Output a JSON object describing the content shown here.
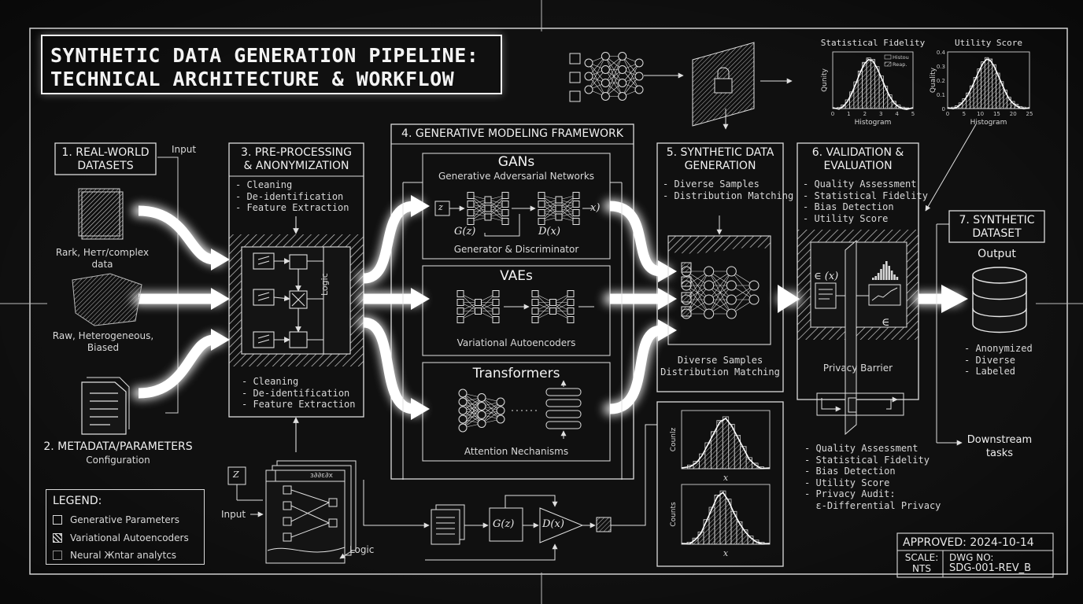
{
  "title": {
    "line1": "SYNTHETIC DATA GENERATION PIPELINE:",
    "line2": "TECHNICAL ARCHITECTURE & WORKFLOW"
  },
  "stage1": {
    "header_line1": "1. REAL-WORLD",
    "header_line2": "DATASETS",
    "input_label": "Input",
    "data_caption_line1": "Rark, Hетr/complex",
    "data_caption_line2": "data",
    "raw_caption_line1": "Raw, Heterogeneous,",
    "raw_caption_line2": "Biased"
  },
  "stage2": {
    "header": "2. METADATA/PARAMETERS",
    "subheader": "Configuration"
  },
  "stage3": {
    "header_line1": "3. PRE-PROCESSING",
    "header_line2": "& ANONYMIZATION",
    "steps_top": [
      "- Cleaning",
      "- De-identification",
      "- Feature Extraction"
    ],
    "steps_bottom": [
      "- Cleaning",
      "- De-identification",
      "- Feature Extraction"
    ],
    "logic_label": "Logic"
  },
  "stage4": {
    "header": "4. GENERATIVE MODELING FRAMEWORK",
    "gans": {
      "title": "GANs",
      "subtitle": "Generative Adversarial Networks",
      "caption": "Generator & Discriminator",
      "input_symbol": "z",
      "generator_label": "G(z)",
      "discriminator_label": "D(x)",
      "output_label": "x)"
    },
    "vaes": {
      "title": "VAEs",
      "caption": "Variational Autoencoders"
    },
    "transformers": {
      "title": "Transformers",
      "caption": "Attention Nechanisms"
    }
  },
  "stage5": {
    "header_line1": "5. SYNTHETIC DATA",
    "header_line2": "GENERATION",
    "bullets": [
      "- Diverse Samples",
      "- Distribution Matching"
    ],
    "caption_line1": "Diverse Samples",
    "caption_line2": "Distribution Matching",
    "hist1_ylabel": "Counlz",
    "hist1_xlabel": "x",
    "hist2_ylabel": "Counts",
    "hist2_xlabel": "x"
  },
  "stage6": {
    "header_line1": "6. VALIDATION &",
    "header_line2": "EVALUATION",
    "bullets": [
      "- Quality Assessment",
      "- Statistical Fidelity",
      "- Bias Detection",
      "- Utility Score"
    ],
    "privacy_barrier": "Privacy Barrier",
    "formula_label": "∈ (x)",
    "epsilon_label": "∈",
    "bottom_bullets": [
      "- Quality Assessment",
      "- Statistical Fidelity",
      "- Bias Detection",
      "- Utility Score",
      "- Privacy Audit:",
      "  ε-Differential Privacy"
    ]
  },
  "stage7": {
    "header_line1": "7. SYNTHETIC",
    "header_line2": "DATASET",
    "output_label": "Output",
    "bullets": [
      "- Anonymized",
      "- Diverse",
      "- Labeled"
    ],
    "downstream_line1": "Downstream",
    "downstream_line2": "tasks"
  },
  "top_charts": {
    "fidelity": {
      "title": "Statistical Fidelity",
      "ylabel": "Qunity",
      "xlabel": "Histogram",
      "legend": [
        "Histou",
        "Reap."
      ],
      "xticks": [
        "0",
        "1",
        "2",
        "3",
        "4",
        "5"
      ],
      "yticks": []
    },
    "utility": {
      "title": "Utility Score",
      "ylabel": "Quality",
      "xlabel": "Histogram",
      "xticks": [
        "0",
        "5",
        "10",
        "15",
        "20",
        "25"
      ],
      "yticks": [
        "0.4",
        "0.3",
        "0.2",
        "0.1",
        "0"
      ]
    }
  },
  "bottom_flow": {
    "input_label": "Input",
    "logic_label": "Logic",
    "box_label": "з∂∂ε∂x",
    "symbol_z": "Z",
    "generator_label": "G(z)",
    "discriminator_label": "D(x)"
  },
  "legend": {
    "title": "LEGEND:",
    "items": [
      "Generative Parameters",
      "Variational Autoencoders",
      "Neural Жntar analytcs"
    ]
  },
  "title_block": {
    "approved": "APPROVED: 2024-10-14",
    "scale_label": "SCALE:",
    "scale_value": "NTS",
    "dwg_label": "DWG NO:",
    "dwg_value": "SDG-001-REV_B"
  },
  "chart_data": [
    {
      "type": "bar",
      "title": "Statistical Fidelity",
      "xlabel": "Histogram",
      "ylabel": "Qunity",
      "legend": [
        "Histou",
        "Reap."
      ],
      "x": [
        0.25,
        0.5,
        0.75,
        1.0,
        1.25,
        1.5,
        1.75,
        2.0,
        2.25,
        2.5,
        2.75,
        3.0,
        3.25,
        3.5,
        3.75,
        4.0,
        4.25
      ],
      "values": [
        0.3,
        1.0,
        2.4,
        4.6,
        7.4,
        10.4,
        12.8,
        14.0,
        13.6,
        11.6,
        9.0,
        6.2,
        3.8,
        2.0,
        1.0,
        0.4,
        0.2
      ],
      "xlim": [
        0,
        5
      ]
    },
    {
      "type": "bar",
      "title": "Utility Score",
      "xlabel": "Histogram",
      "ylabel": "Quality",
      "x": [
        3,
        4,
        5,
        6,
        7,
        8,
        9,
        10,
        11,
        12,
        13,
        14,
        15,
        16,
        17,
        18,
        19,
        20,
        21,
        22
      ],
      "values": [
        0.01,
        0.02,
        0.04,
        0.07,
        0.11,
        0.16,
        0.22,
        0.28,
        0.33,
        0.36,
        0.35,
        0.31,
        0.25,
        0.19,
        0.13,
        0.08,
        0.05,
        0.03,
        0.015,
        0.01
      ],
      "xlim": [
        0,
        25
      ],
      "ylim": [
        0,
        0.4
      ]
    },
    {
      "type": "bar",
      "title": "",
      "xlabel": "x",
      "ylabel": "Counlz",
      "values": [
        1,
        2,
        4,
        7,
        10,
        13,
        14,
        12,
        9,
        6,
        3,
        1.5,
        0.5
      ]
    },
    {
      "type": "bar",
      "title": "",
      "xlabel": "x",
      "ylabel": "Counts",
      "values": [
        0.5,
        1.5,
        3,
        6,
        9,
        12,
        13,
        11,
        8,
        5.5,
        3.5,
        2,
        1,
        0.5
      ]
    }
  ]
}
